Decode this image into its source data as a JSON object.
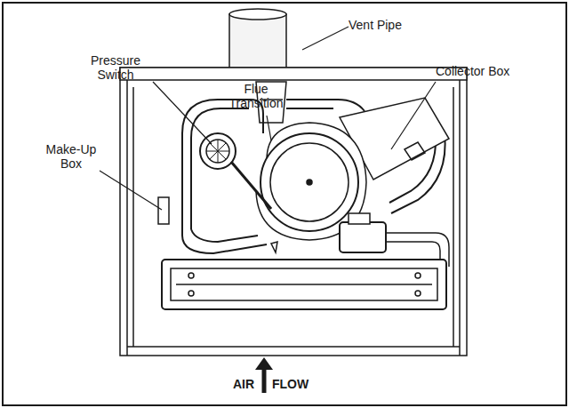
{
  "diagram": {
    "labels": [
      "Vent Pipe",
      "Flue Transition",
      "Pressure Switch",
      "Make-Up Box",
      "Collector Box",
      "AIR",
      "FLOW"
    ]
  }
}
